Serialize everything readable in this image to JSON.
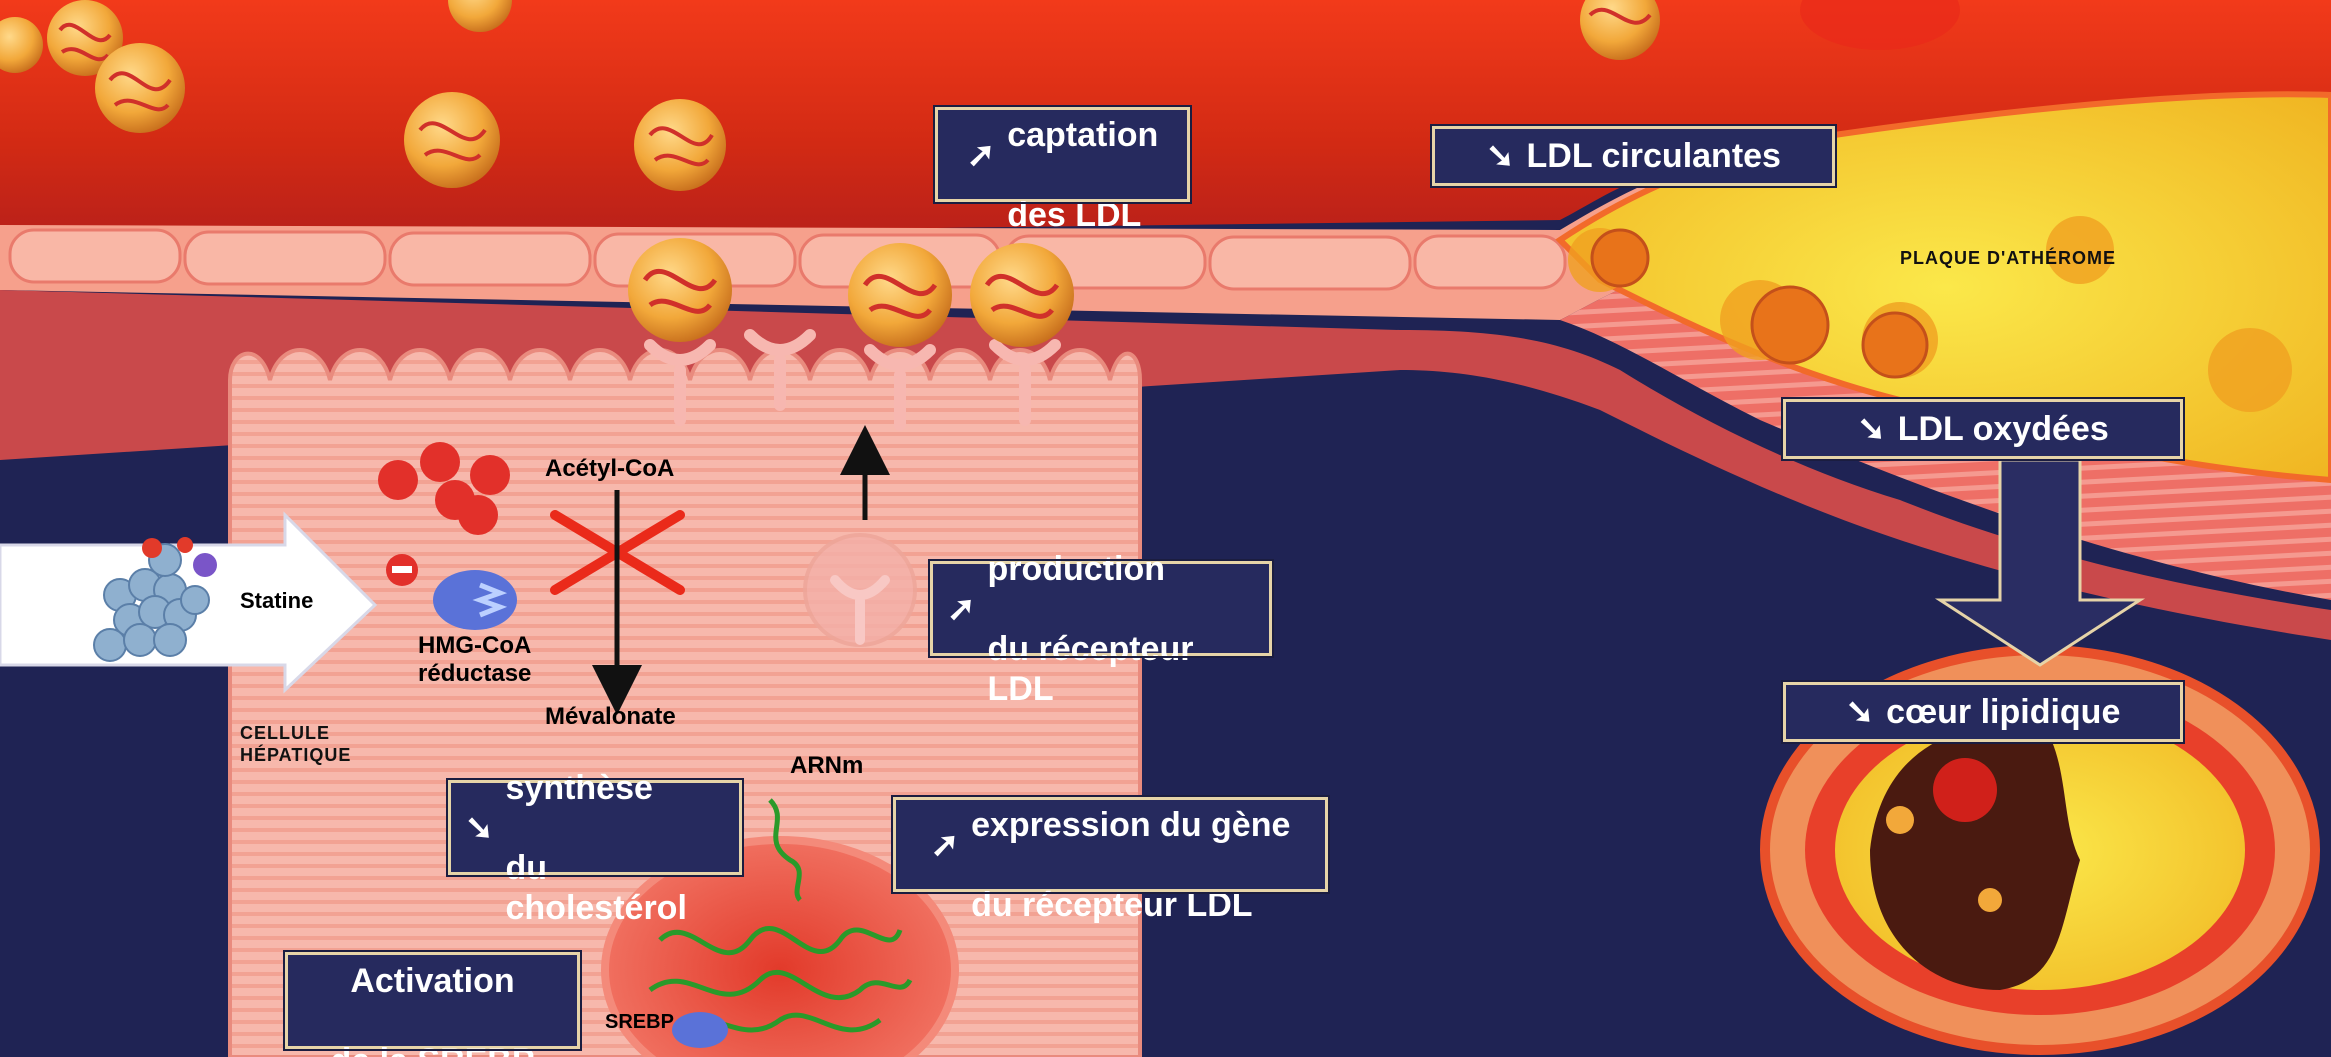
{
  "boxes": {
    "captation": {
      "icon": "arrow-up-right-icon",
      "line1": "captation",
      "line2": "des LDL"
    },
    "ldl_circulantes": {
      "icon": "arrow-down-right-icon",
      "text": "LDL circulantes"
    },
    "ldl_oxydees": {
      "icon": "arrow-down-right-icon",
      "text": "LDL oxydées"
    },
    "coeur_lipidique": {
      "icon": "arrow-down-right-icon",
      "text": "cœur lipidique"
    },
    "production": {
      "icon": "arrow-up-right-icon",
      "line1": "production",
      "line2": "du récepteur LDL"
    },
    "synthese": {
      "icon": "arrow-down-right-icon",
      "line1": "synthèse",
      "line2": "du cholestérol"
    },
    "expression": {
      "icon": "arrow-up-right-icon",
      "line1": "expression du gène",
      "line2": "du récepteur LDL"
    },
    "activation": {
      "line1": "Activation",
      "line2": "de la SREBP"
    }
  },
  "labels": {
    "acetyl_coa": "Acétyl-CoA",
    "mevalonate": "Mévalonate",
    "statine": "Statine",
    "hmg_coa": "HMG-CoA\nréductase",
    "cellule": "Cellule\nhépatique",
    "arnm": "ARNm",
    "srebp": "SREBP",
    "plaque": "Plaque d'athérome"
  },
  "colors": {
    "lumen": "#e8361d",
    "vessel_wall": "#f07a74",
    "liver_cell": "#f6b6a8",
    "background": "#1f2354",
    "plaque": "#f5d52a",
    "ldl_particle": "#f2a83a",
    "box_fill": "#262a5e",
    "box_border": "#e6d4a8"
  }
}
